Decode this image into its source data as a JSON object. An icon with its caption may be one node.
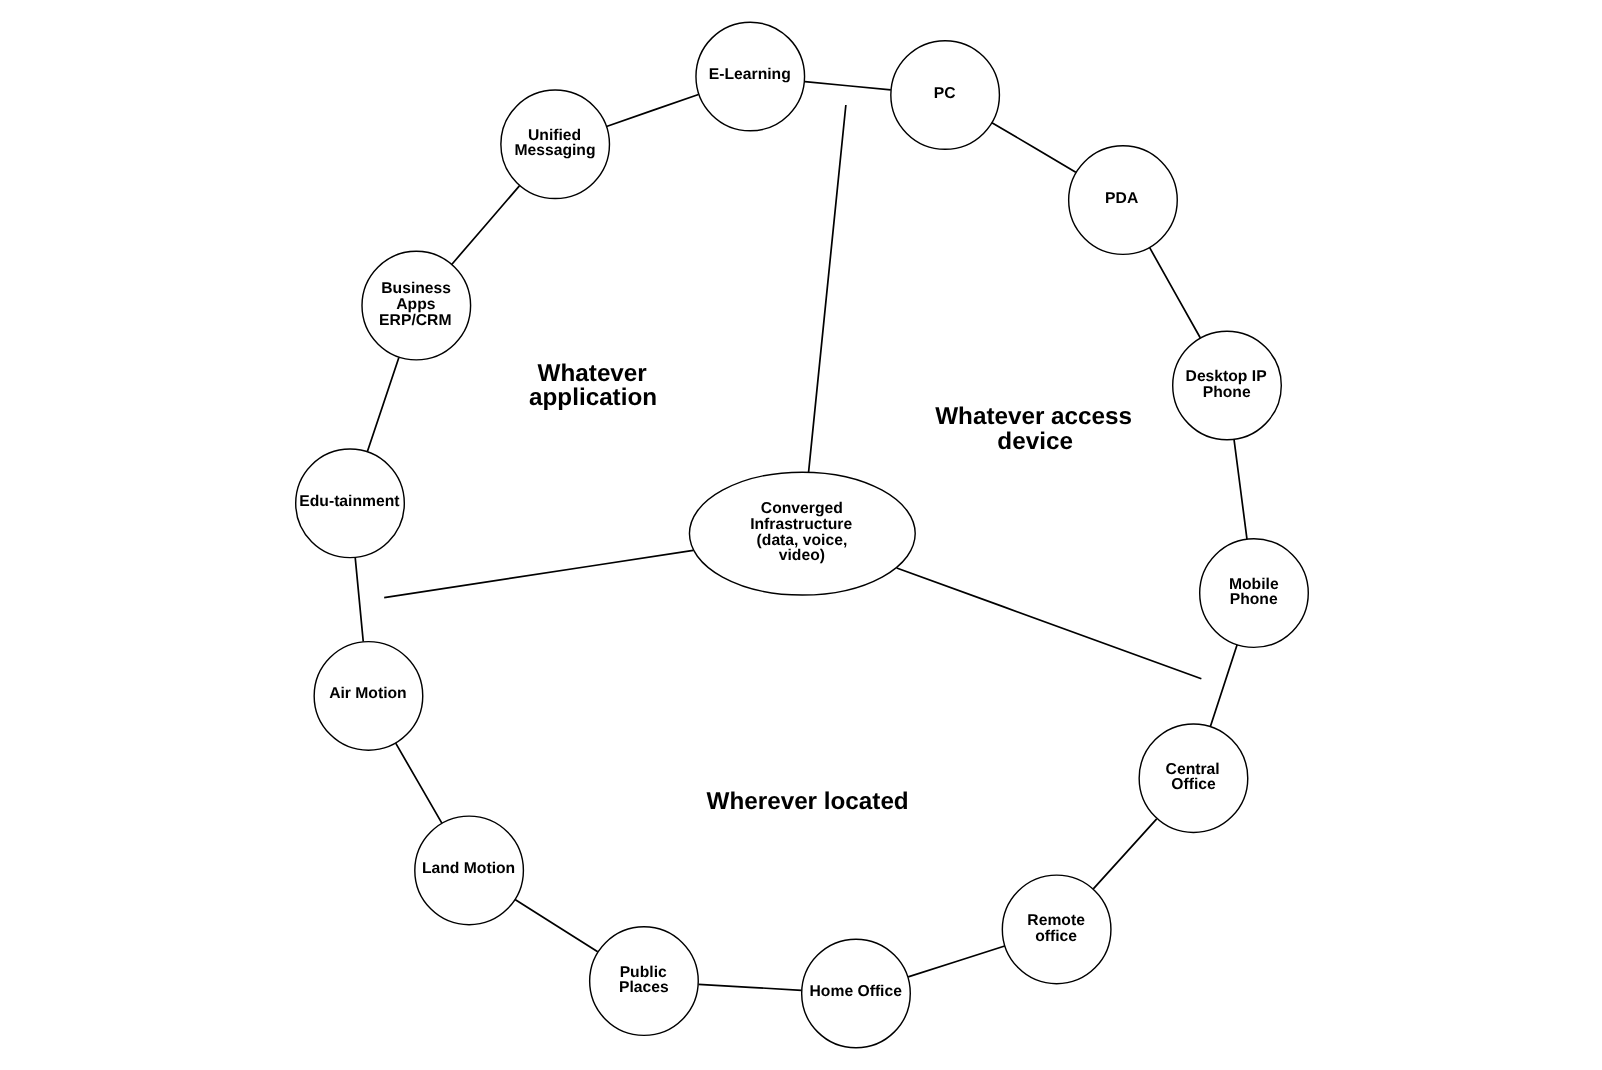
{
  "diagram": {
    "nodes": [
      {
        "text": [
          "Converged Infrastructure (data, voice, video)"
        ]
      },
      {
        "text": [
          "PC"
        ]
      },
      {
        "text": [
          "E-Learning"
        ]
      },
      {
        "text": [
          "Unified Messaging"
        ]
      },
      {
        "text": [
          "Business Apps ERP/CRM"
        ]
      },
      {
        "text": [
          "Edu-tainment"
        ]
      },
      {
        "text": [
          "Air Motion"
        ]
      },
      {
        "text": [
          "Land Motion"
        ]
      },
      {
        "text": [
          "Public Places"
        ]
      },
      {
        "text": [
          "Home Office"
        ]
      },
      {
        "text": [
          "Remote office"
        ]
      },
      {
        "text": [
          "Central Office"
        ]
      },
      {
        "text": [
          "Mobile Phone"
        ]
      },
      {
        "text": [
          "Desktop IP Phone"
        ]
      },
      {
        "text": [
          "PDA"
        ]
      }
    ],
    "edges": [
      {
        "from": 1,
        "to": 2,
        "arrow": "none"
      },
      {
        "from": 2,
        "to": 3,
        "arrow": "none"
      },
      {
        "from": 3,
        "to": 4,
        "arrow": "none"
      },
      {
        "from": 4,
        "to": 5,
        "arrow": "none"
      },
      {
        "from": 5,
        "to": 6,
        "arrow": "none"
      },
      {
        "from": 6,
        "to": 7,
        "arrow": "none"
      },
      {
        "from": 7,
        "to": 8,
        "arrow": "none"
      },
      {
        "from": 8,
        "to": 9,
        "arrow": "none"
      },
      {
        "from": 9,
        "to": 10,
        "arrow": "none"
      },
      {
        "from": 10,
        "to": 11,
        "arrow": "none"
      },
      {
        "from": 11,
        "to": 12,
        "arrow": "none"
      },
      {
        "from": 12,
        "to": 13,
        "arrow": "none"
      },
      {
        "from": 13,
        "to": 14,
        "arrow": "none"
      },
      {
        "from": 14,
        "to": 1,
        "arrow": "none"
      },
      {
        "from": 0,
        "to": null,
        "arrow": "none"
      },
      {
        "from": 0,
        "to": null,
        "arrow": "none"
      },
      {
        "from": 0,
        "to": null,
        "arrow": "none"
      }
    ],
    "labels": [
      "Whatever access device",
      "Whatever application",
      "Wherever located"
    ]
  }
}
